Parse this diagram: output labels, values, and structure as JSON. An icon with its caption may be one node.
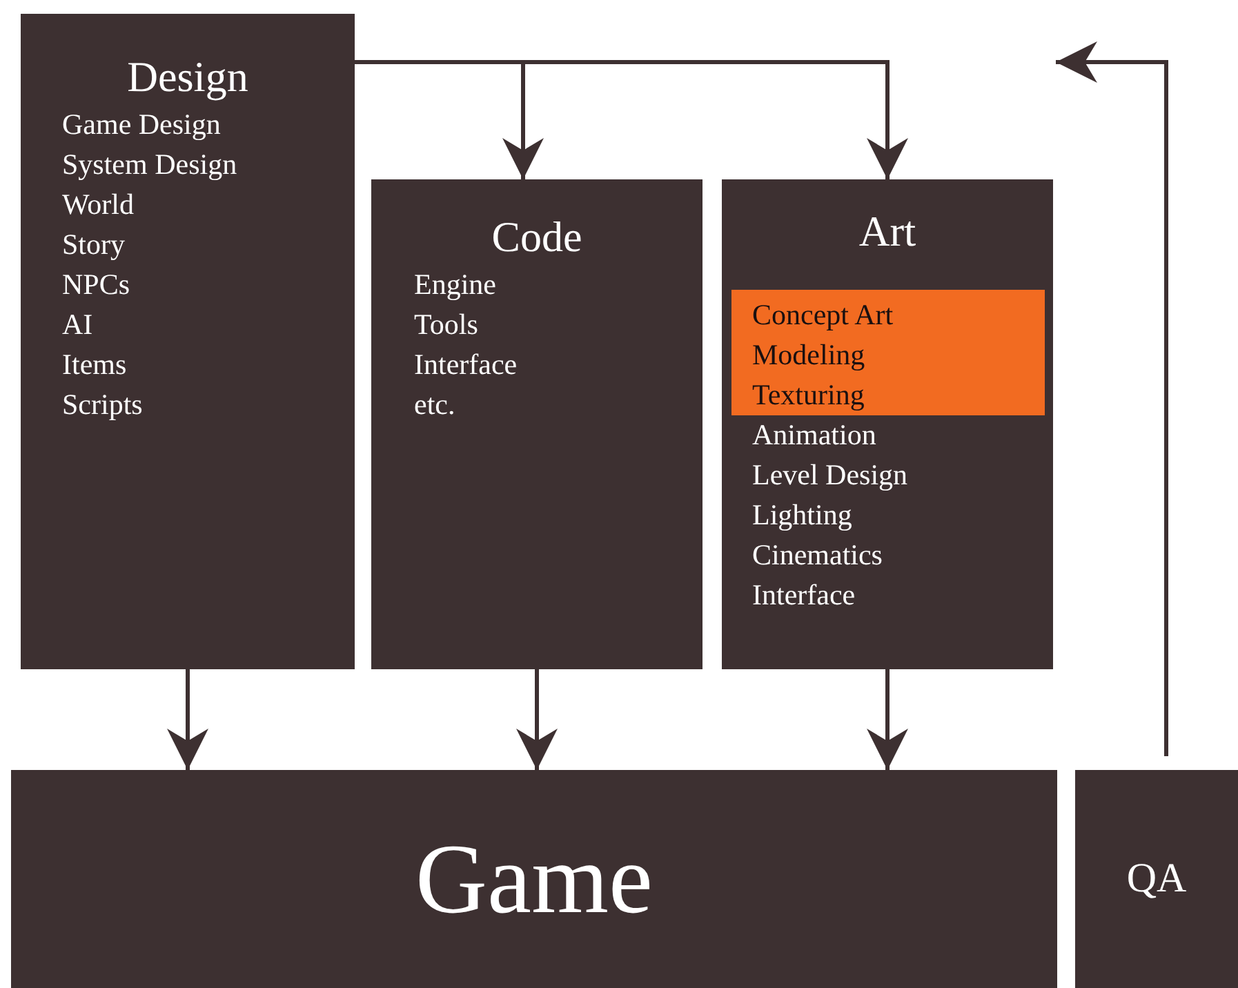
{
  "diagram": {
    "nodes": [
      {
        "text": [
          "Design",
          "Game Design",
          "System Design",
          "World",
          "Story",
          "NPCs",
          "AI",
          "Items",
          "Scripts"
        ]
      },
      {
        "text": [
          "Code",
          "Engine",
          "Tools",
          "Interface",
          "etc."
        ]
      },
      {
        "text": [
          "Art",
          "Animation",
          "Level Design",
          "Lighting",
          "Cinematics",
          "Interface"
        ]
      },
      {
        "text": [
          "Concept Art",
          "Modeling",
          "Texturing"
        ],
        "in": 2
      },
      {
        "text": [
          "Game"
        ]
      },
      {
        "text": [
          "QA"
        ]
      }
    ],
    "edges": [
      {
        "from": 0,
        "to": 1,
        "arrow": "to"
      },
      {
        "from": 0,
        "to": 2,
        "arrow": "to"
      },
      {
        "from": 0,
        "to": 4,
        "arrow": "to"
      },
      {
        "from": 1,
        "to": 4,
        "arrow": "to"
      },
      {
        "from": 2,
        "to": 4,
        "arrow": "to"
      },
      {
        "from": 5,
        "to": null,
        "arrow": "to"
      }
    ]
  }
}
